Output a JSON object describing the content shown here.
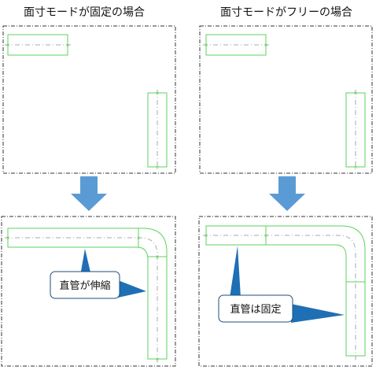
{
  "left": {
    "title": "面寸モードが固定の場合",
    "callout": "直管が伸縮"
  },
  "right": {
    "title": "面寸モードがフリーの場合",
    "callout": "直管は固定"
  },
  "colors": {
    "pipe": "#5bd35b",
    "frame": "#333333",
    "centerline": "#aaaaaa",
    "arrow": "#5b9bd5",
    "callout_border": "#1f4e79",
    "callout_pointer": "#1f6fb5"
  }
}
